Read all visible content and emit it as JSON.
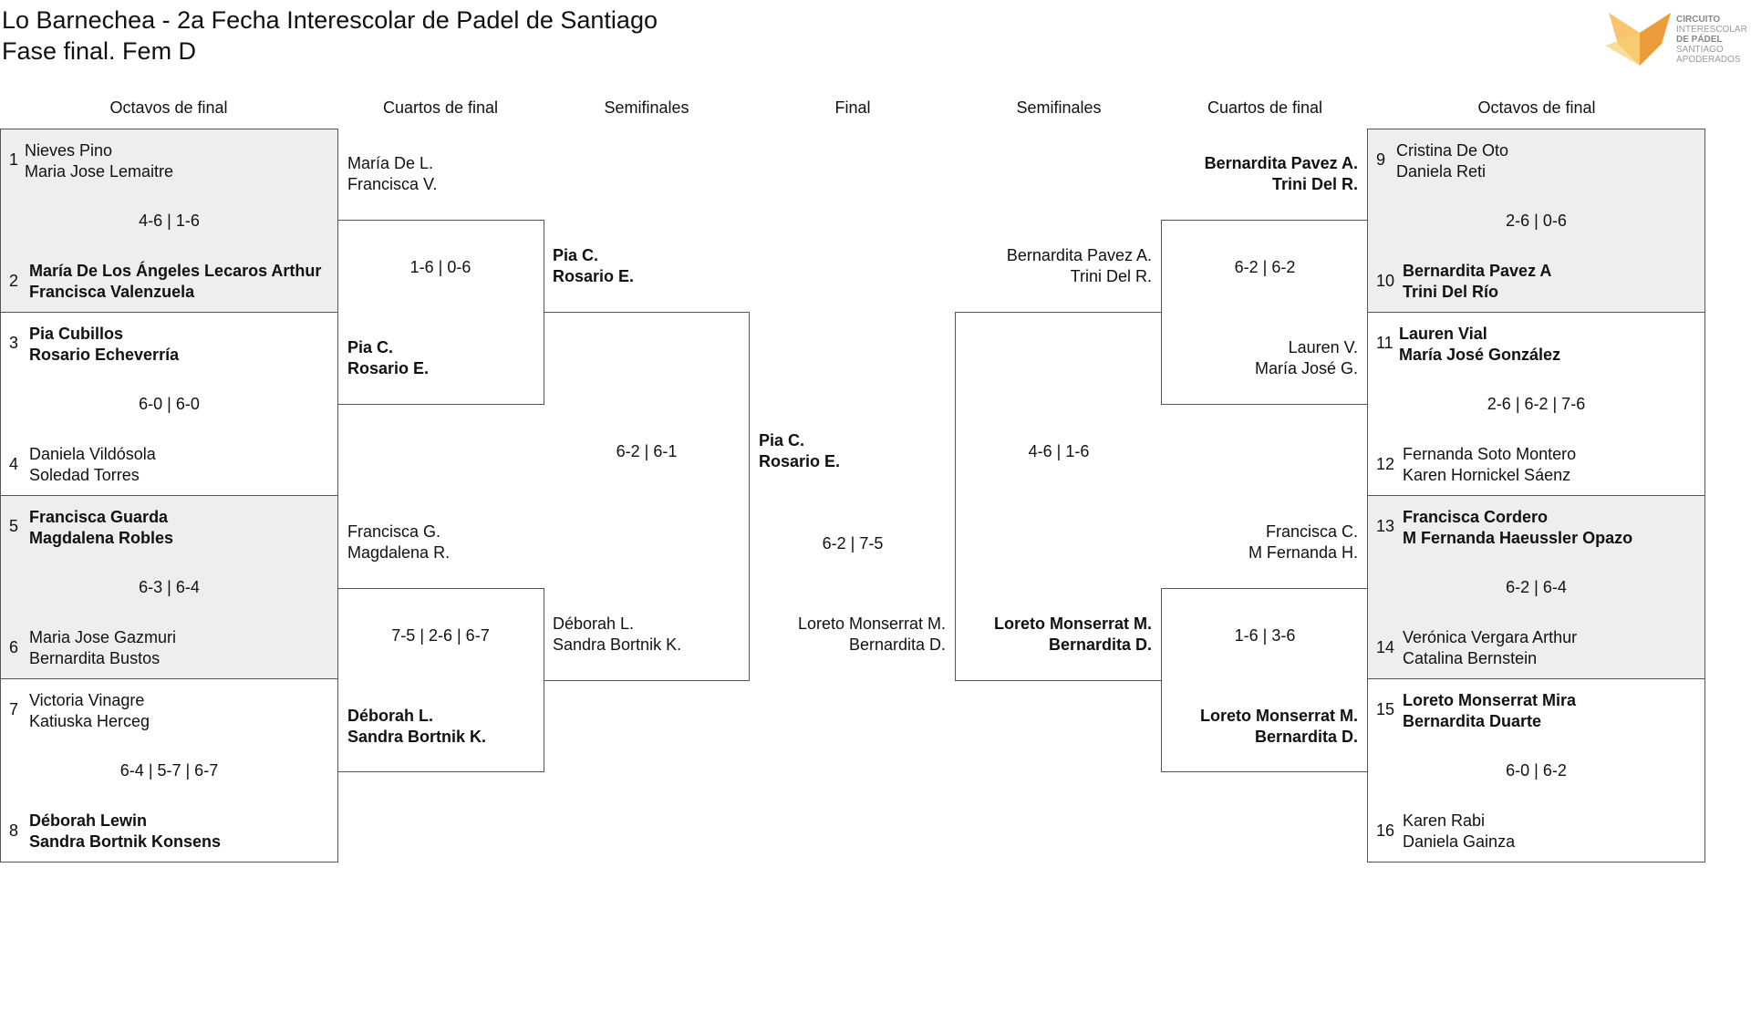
{
  "header": {
    "title": "Lo Barnechea - 2a Fecha Interescolar de Padel de Santiago",
    "subtitle": "Fase final. Fem D"
  },
  "logo": {
    "lines": [
      "CIRCUITO",
      "INTERESCOLAR",
      "DE PÁDEL",
      "SANTIAGO",
      "APODERADOS"
    ],
    "color": "#f0a030"
  },
  "rounds": {
    "left_r16": "Octavos de final",
    "left_qf": "Cuartos de final",
    "left_sf": "Semifinales",
    "final": "Final",
    "right_sf": "Semifinales",
    "right_qf": "Cuartos de final",
    "right_r16": "Octavos de final"
  },
  "r16_left": [
    {
      "seed_a": "1",
      "a1": "Nieves Pino",
      "a2": "Maria Jose Lemaitre",
      "score": "4-6 | 1-6",
      "seed_b": "2",
      "b1": "María De Los Ángeles Lecaros Arthur",
      "b2": "Francisca Valenzuela"
    },
    {
      "seed_a": "3",
      "a1": "Pia Cubillos",
      "a2": "Rosario Echeverría",
      "score": "6-0 | 6-0",
      "seed_b": "4",
      "b1": "Daniela Vildósola",
      "b2": "Soledad Torres"
    },
    {
      "seed_a": "5",
      "a1": "Francisca Guarda",
      "a2": "Magdalena Robles",
      "score": "6-3 | 6-4",
      "seed_b": "6",
      "b1": "Maria Jose Gazmuri",
      "b2": "Bernardita Bustos"
    },
    {
      "seed_a": "7",
      "a1": "Victoria Vinagre",
      "a2": "Katiuska Herceg",
      "score": "6-4 | 5-7 | 6-7",
      "seed_b": "8",
      "b1": "Déborah Lewin",
      "b2": "Sandra Bortnik Konsens"
    }
  ],
  "r16_right": [
    {
      "seed_a": "9",
      "a1": "Cristina De Oto",
      "a2": "Daniela Reti",
      "score": "2-6 | 0-6",
      "seed_b": "10",
      "b1": "Bernardita Pavez A",
      "b2": "Trini Del Río"
    },
    {
      "seed_a": "11",
      "a1": "Lauren Vial",
      "a2": "María José González",
      "score": "2-6 | 6-2 | 7-6",
      "seed_b": "12",
      "b1": "Fernanda Soto Montero",
      "b2": "Karen Hornickel Sáenz"
    },
    {
      "seed_a": "13",
      "a1": "Francisca Cordero",
      "a2": "M Fernanda Haeussler Opazo",
      "score": "6-2 | 6-4",
      "seed_b": "14",
      "b1": "Verónica Vergara Arthur",
      "b2": "Catalina Bernstein"
    },
    {
      "seed_a": "15",
      "a1": "Loreto Monserrat Mira",
      "a2": "Bernardita Duarte",
      "score": "6-0 | 6-2",
      "seed_b": "16",
      "b1": "Karen Rabi",
      "b2": "Daniela Gainza"
    }
  ],
  "qf_left": [
    {
      "a1": "María De L.",
      "a2": "Francisca V.",
      "score": "1-6 | 0-6",
      "b1": "Pia C.",
      "b2": "Rosario E."
    },
    {
      "a1": "Francisca G.",
      "a2": "Magdalena R.",
      "score": "7-5 | 2-6 | 6-7",
      "b1": "Déborah L.",
      "b2": "Sandra Bortnik K."
    }
  ],
  "qf_right": [
    {
      "a1": "Bernardita Pavez A.",
      "a2": "Trini Del R.",
      "score": "6-2 | 6-2",
      "b1": "Lauren V.",
      "b2": "María José G."
    },
    {
      "a1": "Francisca C.",
      "a2": "M Fernanda H.",
      "score": "1-6 | 3-6",
      "b1": "Loreto Monserrat M.",
      "b2": "Bernardita D."
    }
  ],
  "sf_left": {
    "a1": "Pia C.",
    "a2": "Rosario E.",
    "score": "6-2 | 6-1",
    "b1": "Déborah L.",
    "b2": "Sandra Bortnik K."
  },
  "sf_right": {
    "a1": "Bernardita Pavez A.",
    "a2": "Trini Del R.",
    "score": "4-6 | 1-6",
    "b1": "Loreto Monserrat M.",
    "b2": "Bernardita D."
  },
  "final": {
    "a1": "Pia C.",
    "a2": "Rosario E.",
    "score": "6-2 | 7-5",
    "b1": "Loreto Monserrat M.",
    "b2": "Bernardita D."
  }
}
